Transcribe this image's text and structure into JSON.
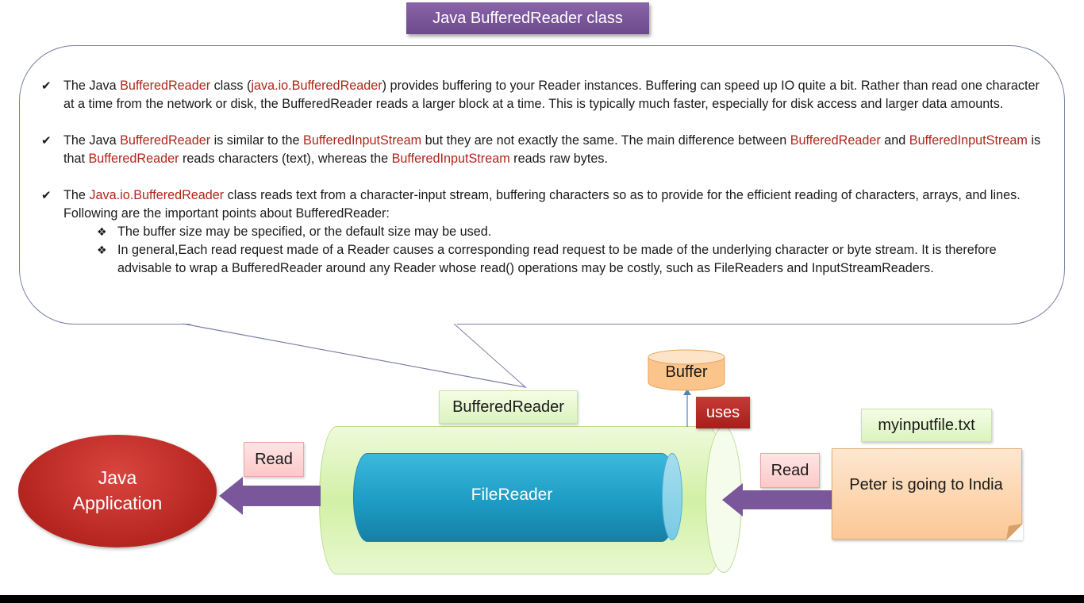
{
  "title": "Java BufferedReader class",
  "bullets": {
    "b1": {
      "t1": "The Java ",
      "h1": "BufferedReader",
      "t2": " class (",
      "h2": "java.io.BufferedReader",
      "t3": ") provides buffering to your Reader instances. Buffering can speed up IO quite a bit. Rather than read one character at a time from the network or disk, the BufferedReader reads a larger block at a time. This is typically much faster, especially for disk access and larger data amounts."
    },
    "b2": {
      "t1": "The Java ",
      "h1": "BufferedReader",
      "t2": " is similar to the ",
      "h2": "BufferedInputStream",
      "t3": " but they are not exactly the same. The main difference between ",
      "h3": "BufferedReader",
      "t4": " and ",
      "h4": "BufferedInputStream",
      "t5": " is that ",
      "h5": "BufferedReader",
      "t6": " reads characters (text), whereas the ",
      "h6": "BufferedInputStream",
      "t7": " reads raw bytes."
    },
    "b3": {
      "t1": " The ",
      "h1": "Java.io.BufferedReader",
      "t2": " class reads text from a character-input stream, buffering characters so as to provide for the efficient reading of characters, arrays, and lines. Following are the important points about BufferedReader:",
      "sub1": "The buffer size may be specified, or the default size may be used.",
      "sub2": "In general,Each read request made of a Reader causes a corresponding read request to be made of the underlying character or byte stream.  It is therefore advisable to wrap a BufferedReader around any Reader whose read() operations may be costly, such as FileReaders and InputStreamReaders."
    }
  },
  "diagram": {
    "app_label": "Java\nApplication",
    "read_left": "Read",
    "read_right": "Read",
    "bufferedreader_label": "BufferedReader",
    "filereader_label": "FileReader",
    "buffer_label": "Buffer",
    "uses_label": "uses",
    "file_name": "myinputfile.txt",
    "file_content": "Peter is going to India"
  },
  "colors": {
    "highlight": "#b0261b",
    "title_bg": "#7b58a0",
    "arrow": "#7a569a",
    "app": "#b52520"
  }
}
